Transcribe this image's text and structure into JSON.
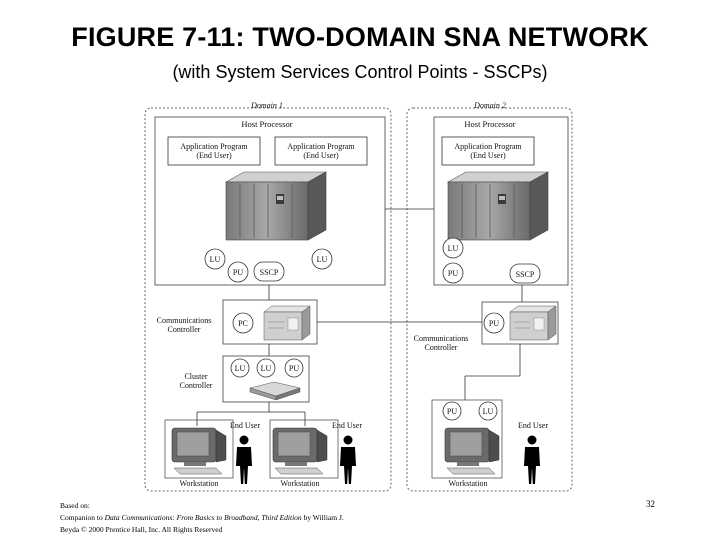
{
  "title": "FIGURE 7-11: TWO-DOMAIN SNA NETWORK",
  "subtitle": "(with System Services Control Points - SSCPs)",
  "domains": [
    {
      "label": "Domain 1",
      "host_label": "Host Processor",
      "apps": [
        "Application Program\n(End User)",
        "Application Program\n(End User)"
      ],
      "units": [
        "LU",
        "LU",
        "PU",
        "SSCP"
      ],
      "comm_label": "Communications\nController",
      "comm_unit": "PC",
      "cluster_label": "Cluster\nController",
      "cluster_units": [
        "LU",
        "LU",
        "PU"
      ],
      "end_users": [
        "End User",
        "End User"
      ],
      "workstations": [
        "Workstation",
        "Workstation"
      ]
    },
    {
      "label": "Domain 2",
      "host_label": "Host Processor",
      "apps": [
        "Application Program\n(End User)"
      ],
      "units": [
        "LU",
        "PU",
        "SSCP"
      ],
      "comm_label": "Communications\nController",
      "comm_unit": "PU",
      "ws_units": [
        "PU",
        "LU"
      ],
      "end_users": [
        "End User"
      ],
      "workstations": [
        "Workstation"
      ]
    }
  ],
  "credit": {
    "line1": "Based on:",
    "line2_prefix": "Companion to ",
    "line2_italic": "Data Communications: From Basics to Broadband, Third Edition",
    "line2_suffix": " by William J.",
    "line3": "Beyda © 2000 Prentice Hall, Inc. All Rights Reserved"
  },
  "page_number": "32"
}
